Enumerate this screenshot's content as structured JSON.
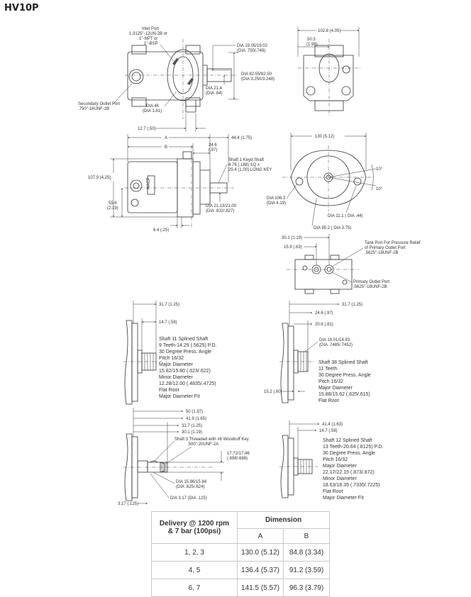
{
  "title": "HV10P",
  "top_view": {
    "inlet_port": [
      "Inlet Port",
      "1.3125\"-12UN-2B or",
      "1\"-NPT or",
      "1\"-BSP"
    ],
    "dia_shaft": [
      "DIA 19.05/19.02",
      "(DIA .750/.749)"
    ],
    "dia_pilot": [
      "DIA 82.55/82.50",
      "(DIA 3.250/3.248)"
    ],
    "dia_214": [
      "DIA 21.4",
      "(DIA .84)"
    ],
    "dia_46": [
      "DIA 46",
      "(DIA 1.81)"
    ],
    "secondary_outlet": [
      "Secondary Outlet Port",
      ".750\"-16UNF-2B"
    ],
    "dim_127": "12.7 (.50)"
  },
  "end_view_top": {
    "width": "102.8 (4.05)",
    "offset": [
      "50.3",
      "(1.98)"
    ]
  },
  "side_view": {
    "A": "A",
    "B": "B",
    "dim_444": "44.4 (1.75)",
    "dim_246": [
      "24.6",
      "(.97)"
    ],
    "shaft_key": [
      "Shaft 1 Keyd Shaft",
      "4.76 (.188) SQ x",
      "25.4 (1.00) LONG KEY"
    ],
    "height": "107.9 (4.25)",
    "dim_556": [
      "55.6",
      "(2.19)"
    ],
    "dia_shaft": [
      "DIA 21.13/21.00",
      "(DIA .832/.827)"
    ],
    "dim_64": "6.4 (.25)",
    "brand": "HACP"
  },
  "flange_view": {
    "width": "130 (5.12)",
    "angle1": "10°",
    "angle2": "10°",
    "dia_1063": [
      "DIA 106.3",
      "(DIA 4.19)"
    ],
    "dia_111": "DIA 11.1 ( DIA .44)",
    "dia_952": "DIA 95.2 ( DIA 3.75)"
  },
  "port_view": {
    "dim_301": "30.1 (1.19)",
    "dim_159": "15.9 (.63)",
    "tank_port": [
      "Tank Port For Pressure Relief",
      "of Primary Outlet Port",
      ".5625\"-18UNF-2B"
    ],
    "primary_outlet": [
      "Primary Outlet Port",
      ".5625\"-18UNF-2B"
    ]
  },
  "shaft11": {
    "dim_317": "31.7 (1.25)",
    "dim_147": "14.7 (.58)",
    "spec": [
      "Shaft 11 Splined Shaft",
      "9 Teeth-14.29 (.5625) P.D.",
      "30 Degree Press. Angle",
      "Pitch 16/32",
      "Major Diameter",
      "15.82/15.80 (.623/.622)",
      "Minor Diameter",
      "12.28/12.00 (.4835/.4725)",
      "Flat Root",
      "Major Diameter Fit"
    ]
  },
  "shaft38": {
    "dim_317": "31.7 (1.25)",
    "dim_246": "24.6 (.97)",
    "dim_206": "20.6 (.81)",
    "dia": [
      "DIA 19.01/18.93",
      "(DIA .7485/.7452)"
    ],
    "dim_152": "15.2 (.60)",
    "spec": [
      "Shaft 38 Splined Shaft",
      "11 Teeth",
      "30 Degree Press. Angle",
      "Pitch 16/32",
      "Major Diameter",
      "15.88/15.62 (.625/.615)",
      "Flat Root"
    ]
  },
  "shaft3": {
    "dim_50": "50 (1.97)",
    "dim_419": "41.9 (1.65)",
    "dim_317": "31.7 (1.25)",
    "dim_301": "30.1 (1.19)",
    "note": [
      "Shaft 3 Threaded with #6 Woodruff Key",
      ".500\"-20UNF-2A"
    ],
    "dia_1772": [
      "17.72/17.46",
      "(.698/.688)"
    ],
    "dia_1586": [
      "DIA 15.86/15.84",
      "(DIA .625/.624)"
    ],
    "dia_317": "DIA 3.17 (DIA .125)",
    "dim_3175": "3.17 (.125)"
  },
  "shaft12": {
    "dim_414": "41.4 (1.63)",
    "dim_147": "14.7 (.58)",
    "spec": [
      "Shaft 12 Splined Shaft",
      "13 Teeth-20.64 (.8125) P.D.",
      "30 Degree Press. Angle",
      "Pitch 16/32",
      "Major Diameter",
      "22.17/22.15 (.873/.872)",
      "Minor Diameter",
      "18.63/18.35 (.7335/.7225)",
      "Flat Root",
      "Major Diameter Fit"
    ]
  },
  "table": {
    "col1_header": "Delivery @ 1200 rpm & 7 bar (100psi)",
    "dim_header": "Dimension",
    "sub_a": "A",
    "sub_b": "B",
    "rows": [
      {
        "delivery": "1, 2, 3",
        "a": "130.0 (5.12)",
        "b": "84.8 (3.34)"
      },
      {
        "delivery": "4, 5",
        "a": "136.4 (5.37)",
        "b": "91.2 (3.59)"
      },
      {
        "delivery": "6, 7",
        "a": "141.5 (5.57)",
        "b": "96.3 (3.79)"
      }
    ]
  }
}
